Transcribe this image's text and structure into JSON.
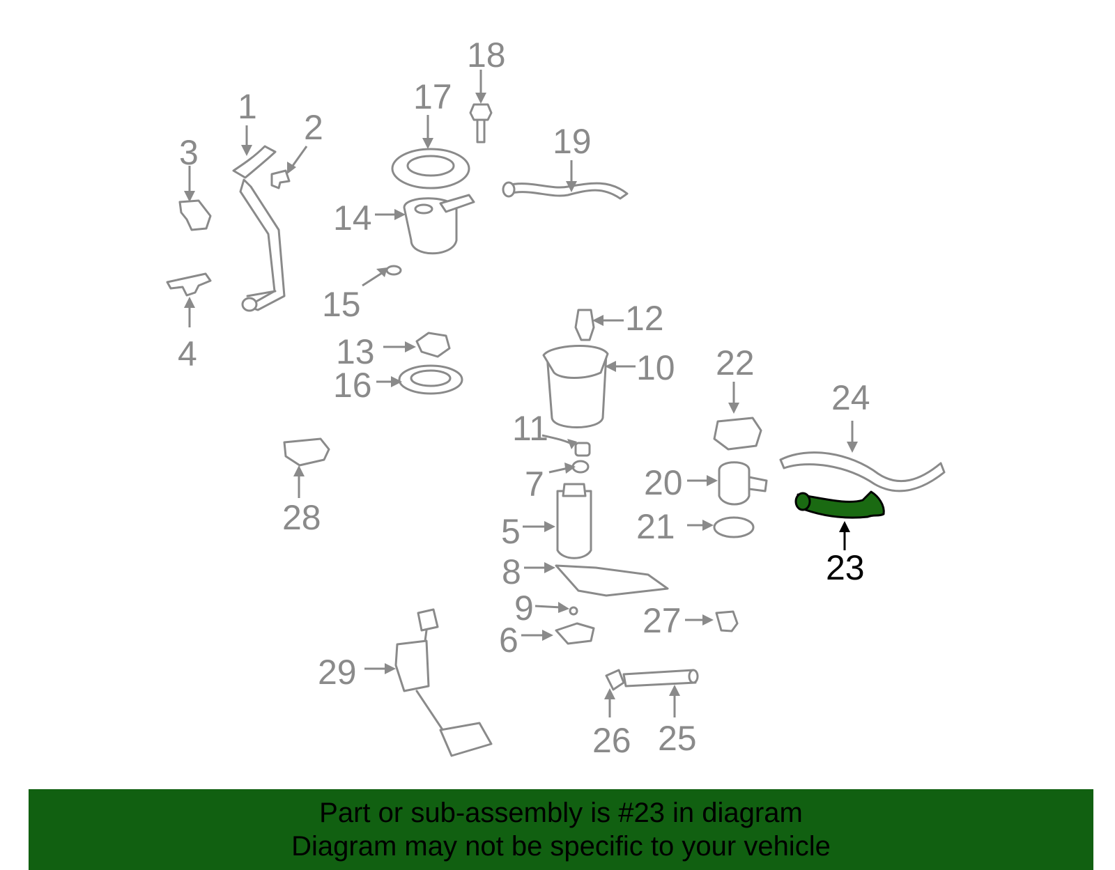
{
  "callouts": [
    {
      "id": "1",
      "text": "1"
    },
    {
      "id": "2",
      "text": "2"
    },
    {
      "id": "3",
      "text": "3"
    },
    {
      "id": "4",
      "text": "4"
    },
    {
      "id": "5",
      "text": "5"
    },
    {
      "id": "6",
      "text": "6"
    },
    {
      "id": "7",
      "text": "7"
    },
    {
      "id": "8",
      "text": "8"
    },
    {
      "id": "9",
      "text": "9"
    },
    {
      "id": "10",
      "text": "10"
    },
    {
      "id": "11",
      "text": "11"
    },
    {
      "id": "12",
      "text": "12"
    },
    {
      "id": "13",
      "text": "13"
    },
    {
      "id": "14",
      "text": "14"
    },
    {
      "id": "15",
      "text": "15"
    },
    {
      "id": "16",
      "text": "16"
    },
    {
      "id": "17",
      "text": "17"
    },
    {
      "id": "18",
      "text": "18"
    },
    {
      "id": "19",
      "text": "19"
    },
    {
      "id": "20",
      "text": "20"
    },
    {
      "id": "21",
      "text": "21"
    },
    {
      "id": "22",
      "text": "22"
    },
    {
      "id": "23",
      "text": "23"
    },
    {
      "id": "24",
      "text": "24"
    },
    {
      "id": "25",
      "text": "25"
    },
    {
      "id": "26",
      "text": "26"
    },
    {
      "id": "27",
      "text": "27"
    },
    {
      "id": "28",
      "text": "28"
    },
    {
      "id": "29",
      "text": "29"
    }
  ],
  "highlight": {
    "part_number": "23",
    "color": "#1a6a12"
  },
  "colors": {
    "parts": "#8a8a8a",
    "banner": "#116011",
    "highlight_label": "#000000"
  },
  "banner": {
    "line1": "Part or sub-assembly is #23 in diagram",
    "line2": "Diagram may not be specific to your vehicle"
  }
}
